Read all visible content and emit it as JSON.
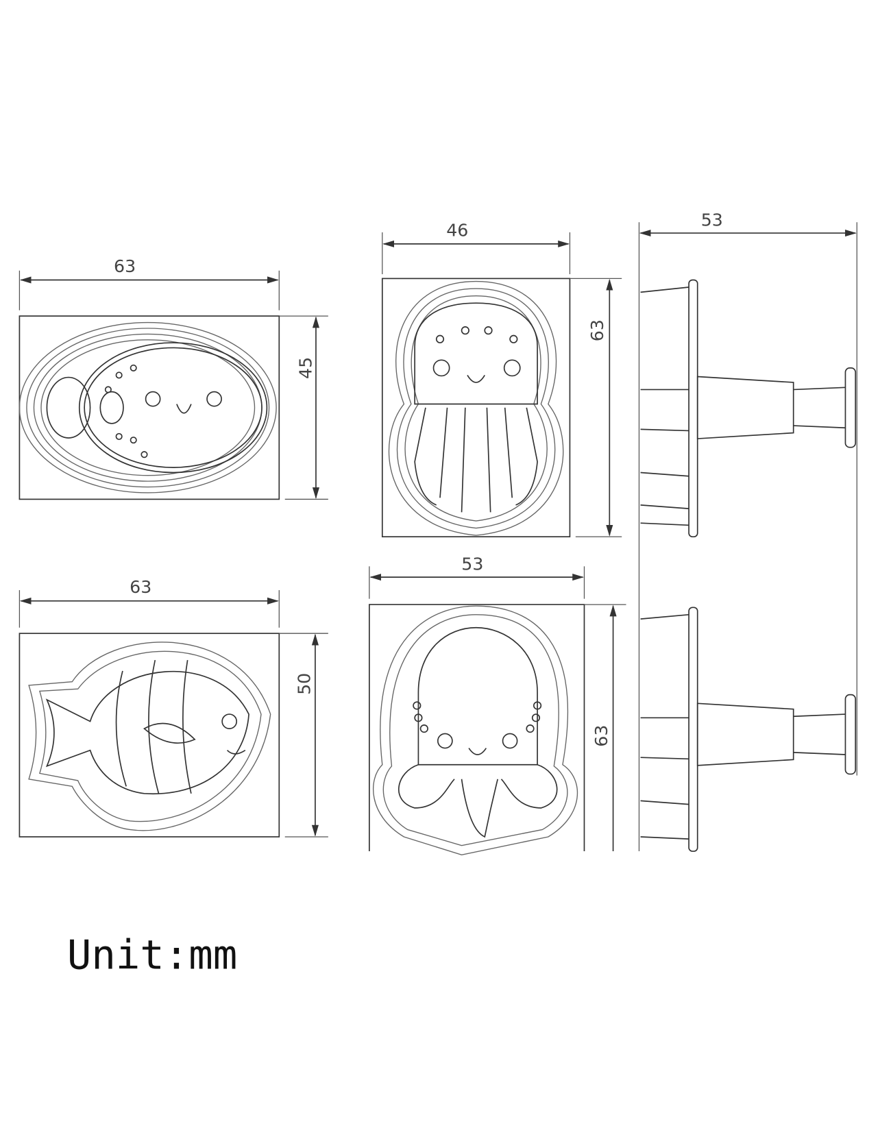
{
  "drawings": {
    "pufferfish": {
      "width_label": "63",
      "height_label": "45"
    },
    "jellyfish": {
      "width_label": "46",
      "height_label": "63"
    },
    "side_view": {
      "depth_label": "53"
    },
    "tropical_fish": {
      "width_label": "63",
      "height_label": "50"
    },
    "octopus": {
      "width_label": "53",
      "height_label": "63"
    }
  },
  "unit_note": "Unit:mm"
}
